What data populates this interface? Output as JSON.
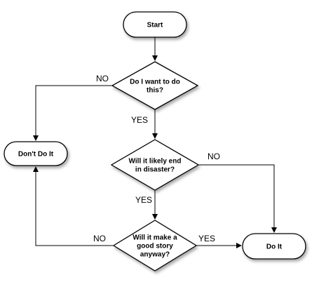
{
  "diagram": {
    "nodes": {
      "start": {
        "lines": [
          "Start"
        ]
      },
      "want": {
        "lines": [
          "Do I want to do",
          "this?"
        ]
      },
      "disaster": {
        "lines": [
          "Will it likely end",
          "in disaster?"
        ]
      },
      "story": {
        "lines": [
          "Will it make a",
          "good story",
          "anyway?"
        ]
      },
      "dont": {
        "lines": [
          "Don't Do It"
        ]
      },
      "doit": {
        "lines": [
          "Do It"
        ]
      }
    },
    "edges": [
      {
        "from": "start",
        "to": "want",
        "label": ""
      },
      {
        "from": "want",
        "to": "dont",
        "label": "NO"
      },
      {
        "from": "want",
        "to": "disaster",
        "label": "YES"
      },
      {
        "from": "disaster",
        "to": "doit",
        "label": "NO"
      },
      {
        "from": "disaster",
        "to": "story",
        "label": "YES"
      },
      {
        "from": "story",
        "to": "dont",
        "label": "NO"
      },
      {
        "from": "story",
        "to": "doit",
        "label": "YES"
      }
    ]
  }
}
